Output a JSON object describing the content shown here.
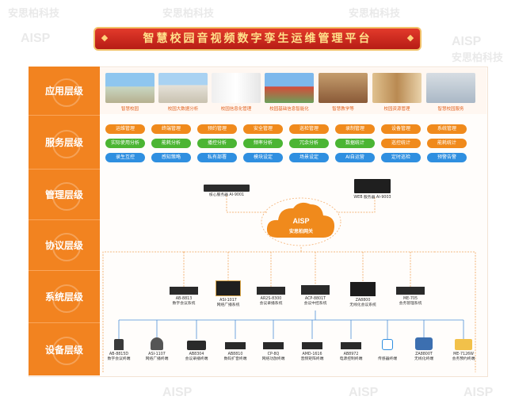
{
  "banner": {
    "title": "智慧校园音视频数字孪生运维管理平台"
  },
  "watermark": {
    "en": "AISP",
    "cn": "安思柏科技"
  },
  "layers": [
    "应用层级",
    "服务层级",
    "管理层级",
    "协议层级",
    "系统层级",
    "设备层级"
  ],
  "applications": [
    "智慧校园",
    "校园大数据分析",
    "校园信息化管理",
    "校园基础信息智能化",
    "智慧教学等",
    "校园资源管理",
    "智慧校园服务"
  ],
  "services": {
    "row1": [
      "运维管理",
      "终端管理",
      "预约管理",
      "安全管理",
      "巡检管理",
      "录制管理",
      "设备管理",
      "系统管理"
    ],
    "row2": [
      "实际使用分析",
      "能耗分析",
      "播控分析",
      "频率分析",
      "冗余分析",
      "数据统计",
      "巡控统计",
      "能耗统计"
    ],
    "row3": [
      "录生互控",
      "感知策略",
      "私有部署",
      "模块设定",
      "场景设定",
      "AI自运营",
      "定时巡检",
      "预警告警"
    ]
  },
  "servers": {
    "core": "核心服务器 AI-9001",
    "web": "WEB 服务器 AI-9003"
  },
  "cloud": {
    "brand": "AISP",
    "name": "安思柏网关"
  },
  "systems": [
    {
      "model": "AB-8813",
      "name": "数字会议系统"
    },
    {
      "model": "ASI-1017",
      "name": "网络广播系统"
    },
    {
      "model": "AR2S-8300",
      "name": "会议录播系统"
    },
    {
      "model": "ACP-8801T",
      "name": "会议中控系统"
    },
    {
      "model": "ZA8800",
      "name": "无线化会议系统"
    },
    {
      "model": "ME-705",
      "name": "会务管理系统"
    }
  ],
  "devices": [
    {
      "model": "AB-8815D",
      "name": "数字会议终端"
    },
    {
      "model": "ASI-1107",
      "name": "网络广播终端"
    },
    {
      "model": "AB8304",
      "name": "会议录播终端"
    },
    {
      "model": "AB8810",
      "name": "数码扩音终端"
    },
    {
      "model": "CP-8Q",
      "name": "网络功放终端"
    },
    {
      "model": "AMD-1616",
      "name": "音频矩阵终端"
    },
    {
      "model": "AB8972",
      "name": "电源控制终端"
    },
    {
      "model": "",
      "name": "传感器终端"
    },
    {
      "model": "ZA8800T",
      "name": "无线化终端"
    },
    {
      "model": "ME-7126W",
      "name": "会务预约终端"
    }
  ],
  "colors": {
    "layer": "#f28320",
    "accent": "#e2621f",
    "green": "#4bb533",
    "blue": "#2f8fe0",
    "banner": "#c4231b"
  }
}
